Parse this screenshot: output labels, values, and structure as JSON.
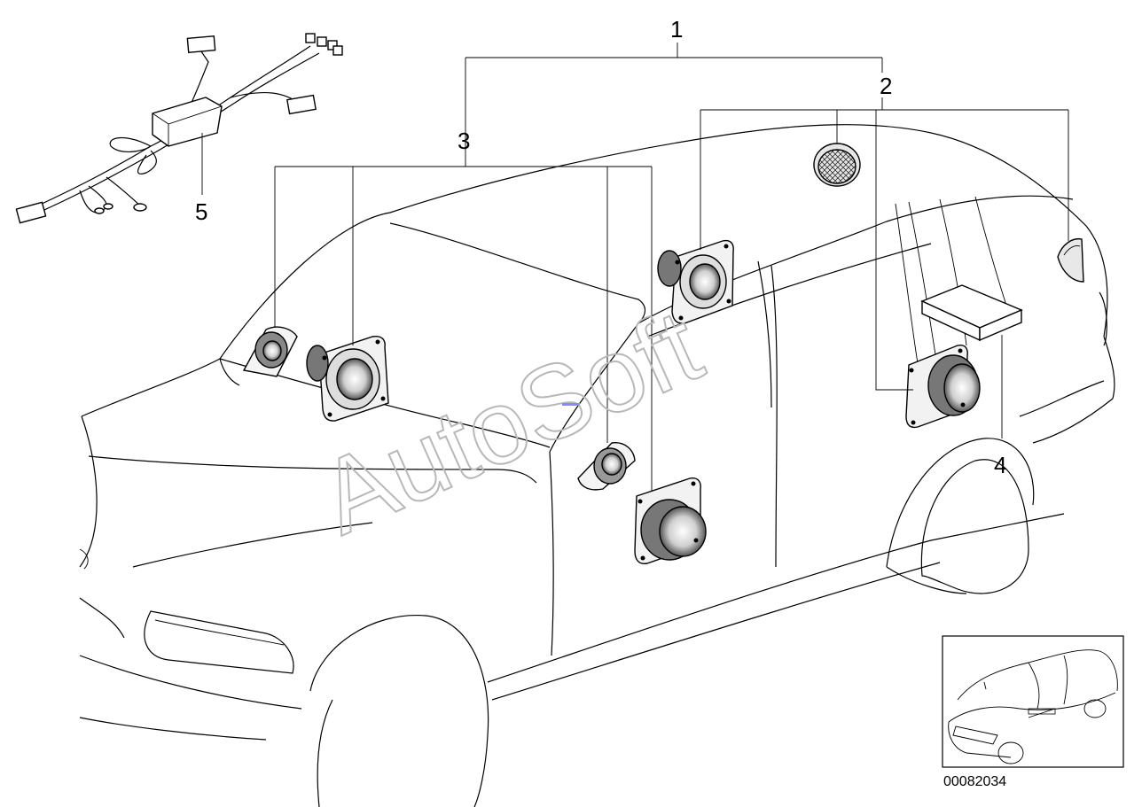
{
  "diagram": {
    "callouts": [
      {
        "id": "1",
        "label": "1"
      },
      {
        "id": "2",
        "label": "2"
      },
      {
        "id": "3",
        "label": "3"
      },
      {
        "id": "4",
        "label": "4"
      },
      {
        "id": "5",
        "label": "5"
      }
    ],
    "watermark": "AutoSoft",
    "reference_number": "00082034"
  }
}
